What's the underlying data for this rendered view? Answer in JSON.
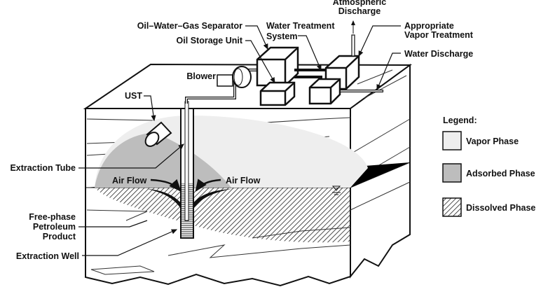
{
  "labels": {
    "atmospheric_discharge": [
      "Atmospheric",
      "Discharge"
    ],
    "oil_water_gas_separator": "Oil–Water–Gas Separator",
    "oil_storage_unit": "Oil Storage Unit",
    "water_treatment_system": [
      "Water Treatment",
      "System"
    ],
    "appropriate_vapor_treatment": [
      "Appropriate",
      "Vapor Treatment"
    ],
    "water_discharge": "Water Discharge",
    "blower": "Blower",
    "ust": "UST",
    "extraction_tube": "Extraction Tube",
    "air_flow_left": "Air Flow",
    "air_flow_right": "Air Flow",
    "free_phase_product": [
      "Free-phase",
      "Petroleum",
      "Product"
    ],
    "extraction_well": "Extraction Well"
  },
  "legend": {
    "title": "Legend:",
    "items": [
      {
        "label": "Vapor Phase",
        "color": "#eeeeee"
      },
      {
        "label": "Adsorbed Phase",
        "color": "#bdbdbd"
      },
      {
        "label": "Dissolved Phase",
        "color": "hatched"
      }
    ]
  }
}
